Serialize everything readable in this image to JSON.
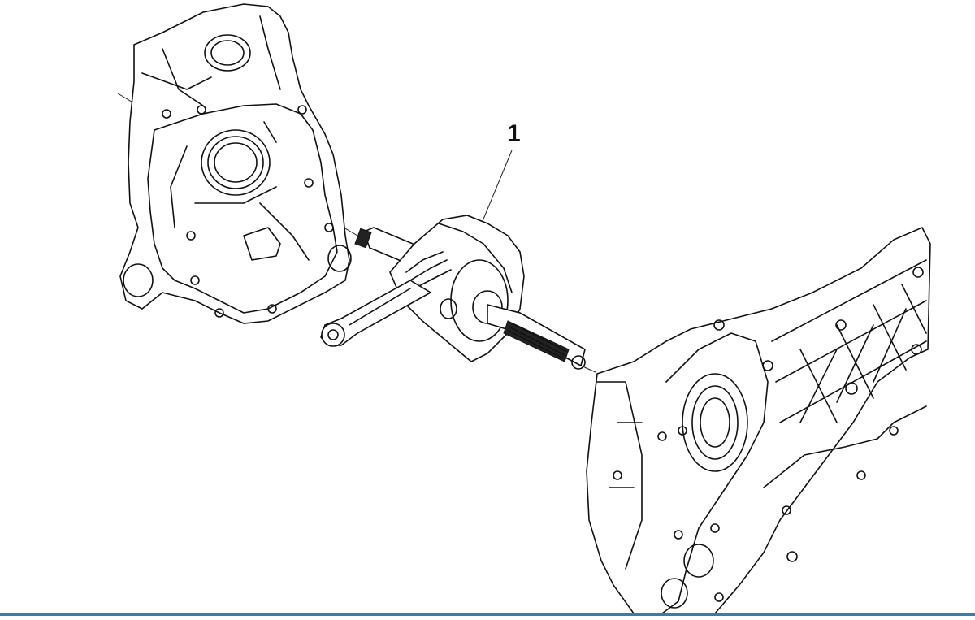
{
  "diagram": {
    "type": "exploded-view technical illustration",
    "callouts": [
      {
        "number": "1",
        "part": "crankshaft with connecting rod"
      }
    ],
    "parts": [
      {
        "id": "left-crankcase-half",
        "position": "upper-left"
      },
      {
        "id": "crankshaft-assembly",
        "position": "center"
      },
      {
        "id": "right-crankcase-half",
        "position": "lower-right"
      }
    ],
    "colors": {
      "line": "#111111",
      "background": "#ffffff",
      "bottom_bar": "#3f7e9a"
    }
  }
}
